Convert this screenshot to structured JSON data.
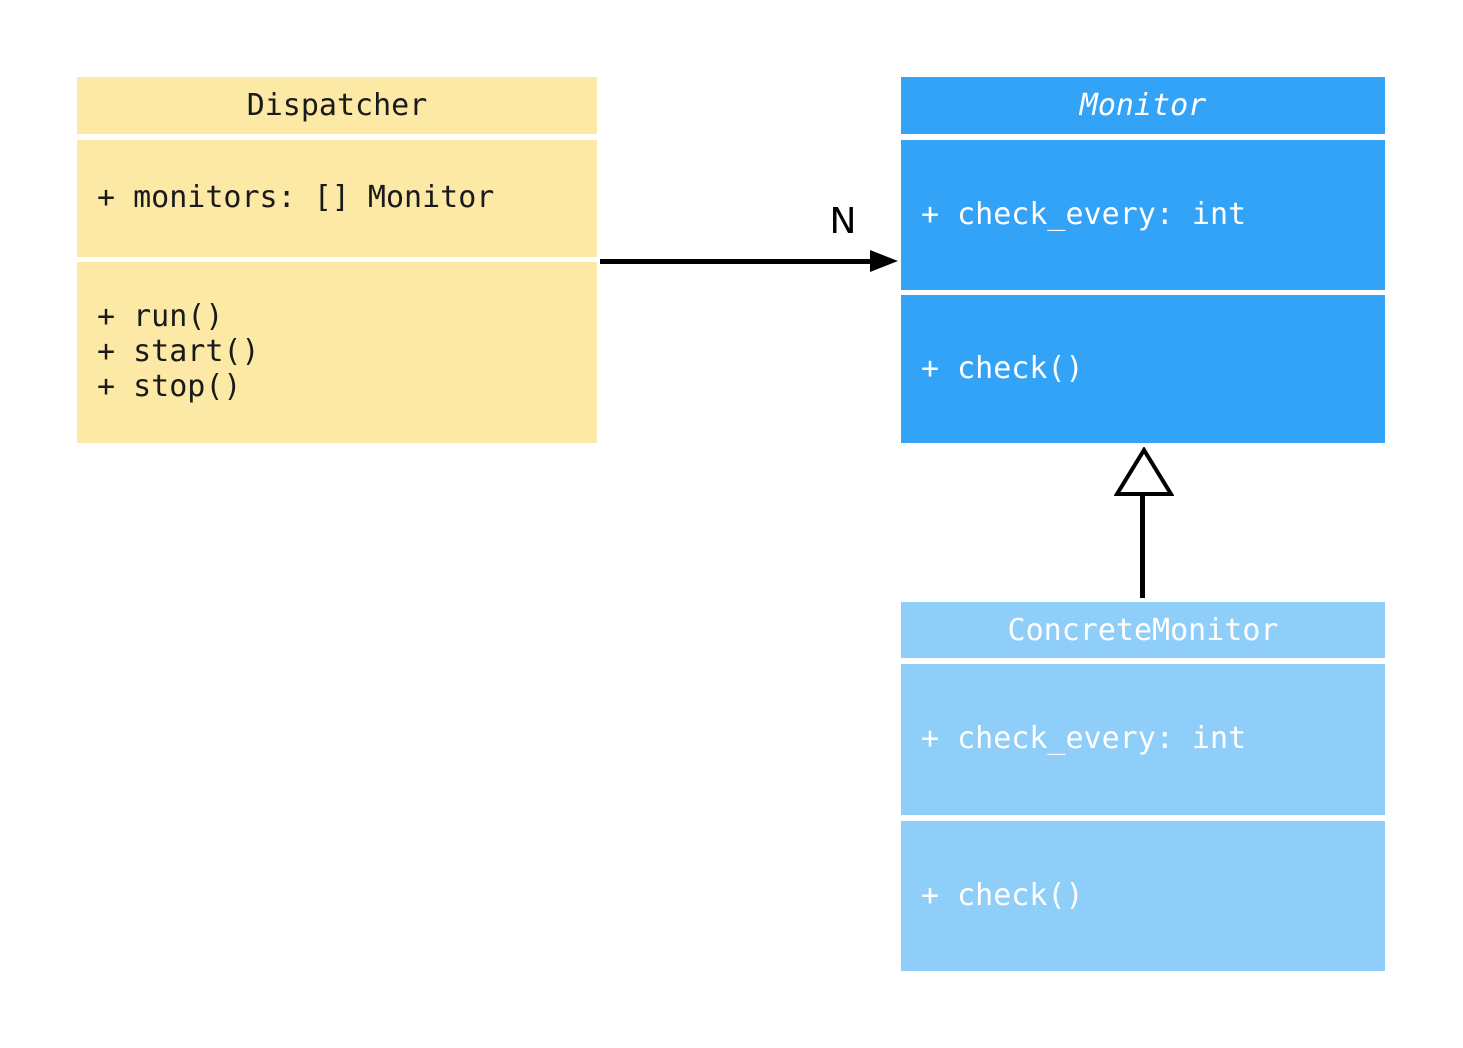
{
  "diagram": {
    "kind": "uml-class-diagram",
    "background_color": "#ffffff",
    "classes": [
      {
        "id": "dispatcher",
        "name": "Dispatcher",
        "abstract": false,
        "fill": "#FCE9A6",
        "text_color": "#1a1a1a",
        "attributes": [
          "+ monitors: [] Monitor"
        ],
        "methods": [
          "+ run()",
          "+ start()",
          "+ stop()"
        ]
      },
      {
        "id": "monitor",
        "name": "Monitor",
        "abstract": true,
        "fill": "#33A3F8",
        "text_color": "#ffffff",
        "attributes": [
          "+ check_every: int"
        ],
        "methods": [
          "+ check()"
        ]
      },
      {
        "id": "concrete-monitor",
        "name": "ConcreteMonitor",
        "abstract": false,
        "fill": "#90CEFA",
        "text_color": "#ffffff",
        "attributes": [
          "+ check_every: int"
        ],
        "methods": [
          "+ check()"
        ]
      }
    ],
    "relationships": [
      {
        "type": "association",
        "from": "Dispatcher",
        "to": "Monitor",
        "label": "N",
        "arrowhead": "filled-triangle",
        "color": "#000000"
      },
      {
        "type": "inheritance",
        "from": "ConcreteMonitor",
        "to": "Monitor",
        "label": "",
        "arrowhead": "hollow-triangle",
        "color": "#000000"
      }
    ]
  }
}
